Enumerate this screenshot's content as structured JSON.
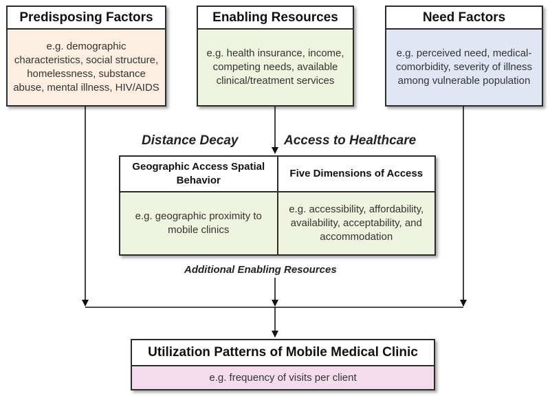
{
  "predisposing": {
    "title": "Predisposing Factors",
    "body": "e.g. demographic characteristics, social structure, homelessness, substance abuse, mental illness, HIV/AIDS"
  },
  "enabling": {
    "title": "Enabling Resources",
    "body": "e.g. health insurance, income, competing needs, available clinical/treatment services"
  },
  "need": {
    "title": "Need Factors",
    "body": "e.g. perceived need, medical-comorbidity, severity of illness among vulnerable population"
  },
  "labels": {
    "distance_decay": "Distance Decay",
    "access_healthcare": "Access to Healthcare",
    "additional_enabling": "Additional Enabling Resources"
  },
  "geographic": {
    "title": "Geographic Access Spatial Behavior",
    "body": "e.g. geographic proximity to mobile clinics"
  },
  "dimensions": {
    "title": "Five Dimensions of Access",
    "body": "e.g. accessibility, affordability, availability, acceptability, and accommodation"
  },
  "utilization": {
    "title": "Utilization Patterns of Mobile Medical Clinic",
    "body": "e.g. frequency of visits per client"
  },
  "colors": {
    "predisposing_fill": "#fdeee2",
    "enabling_fill": "#eef4dd",
    "need_fill": "#e1e6f4",
    "utilization_fill": "#f4dced"
  }
}
